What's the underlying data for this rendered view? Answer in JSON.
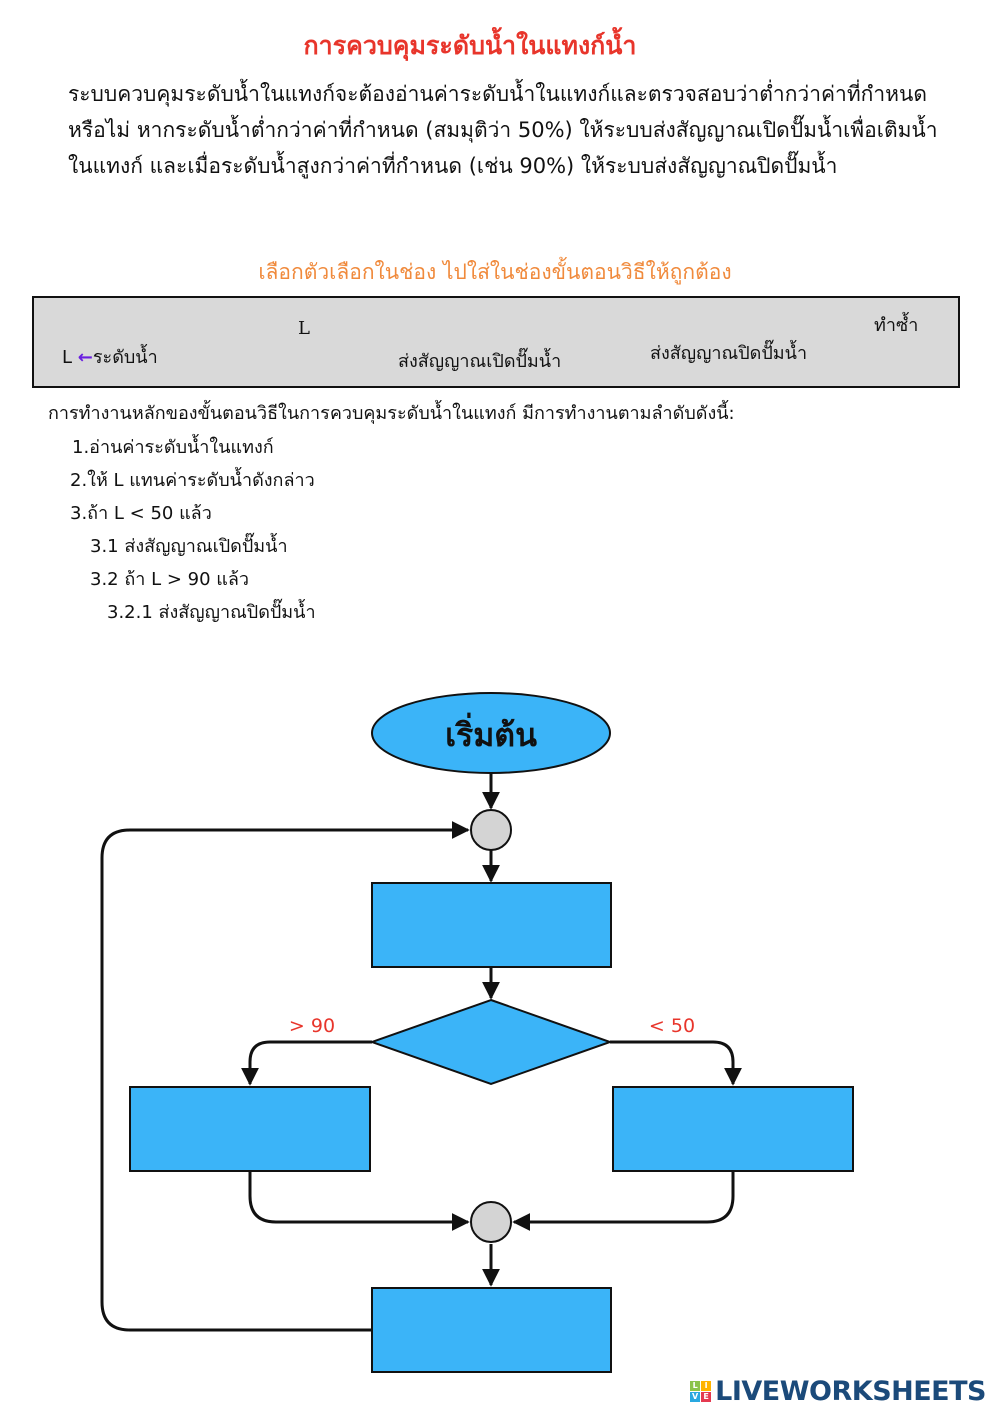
{
  "title": "การควบคุมระดับน้ำในแทงก์น้ำ",
  "intro": "ระบบควบคุมระดับน้ำในแทงก์จะต้องอ่านค่าระดับน้ำในแทงก์และตรวจสอบว่าต่ำกว่าค่าที่กำหนดหรือไม่ หากระดับน้ำต่ำกว่าค่าที่กำหนด (สมมุติว่า 50%) ให้ระบบส่งสัญญาณเปิดปั๊มน้ำเพื่อเติมน้ำในแทงก์ และเมื่อระดับน้ำสูงกว่าค่าที่กำหนด (เช่น 90%) ให้ระบบส่งสัญญาณปิดปั๊มน้ำ",
  "instruction": "เลือกตัวเลือกในช่อง ไปใส่ในช่องขั้นตอนวิธีให้ถูกต้อง",
  "bank": {
    "item1_var": "L",
    "item1_arrow": "←",
    "item1_text": "ระดับน้ำ",
    "item2": "L",
    "item3": "ส่งสัญญาณเปิดปั๊มน้ำ",
    "item4": "ส่งสัญญาณปิดปั๊มน้ำ",
    "item5": "ทำซ้ำ"
  },
  "lead": "การทำงานหลักของขั้นตอนวิธีในการควบคุมระดับน้ำในแทงก์ มีการทำงานตามลำดับดังนี้:",
  "steps": [
    "1.อ่านค่าระดับน้ำในแทงก์",
    "2.ให้ L แทนค่าระดับน้ำดังกล่าว",
    "3.ถ้า L < 50 แล้ว",
    "3.1 ส่งสัญญาณเปิดปั๊มน้ำ",
    "3.2 ถ้า L > 90 แล้ว",
    "3.2.1 ส่งสัญญาณปิดปั๊มน้ำ"
  ],
  "flowchart": {
    "start": "เริ่มต้น",
    "left_label": "> 90",
    "right_label": "< 50"
  },
  "colors": {
    "box": "#3bb4f8",
    "connector": "#d4d4d4",
    "title": "#e8352b",
    "instruction": "#f08a3c"
  },
  "logo": {
    "text": "LIVEWORKSHEETS",
    "letters": [
      "L",
      "I",
      "V",
      "E"
    ]
  }
}
